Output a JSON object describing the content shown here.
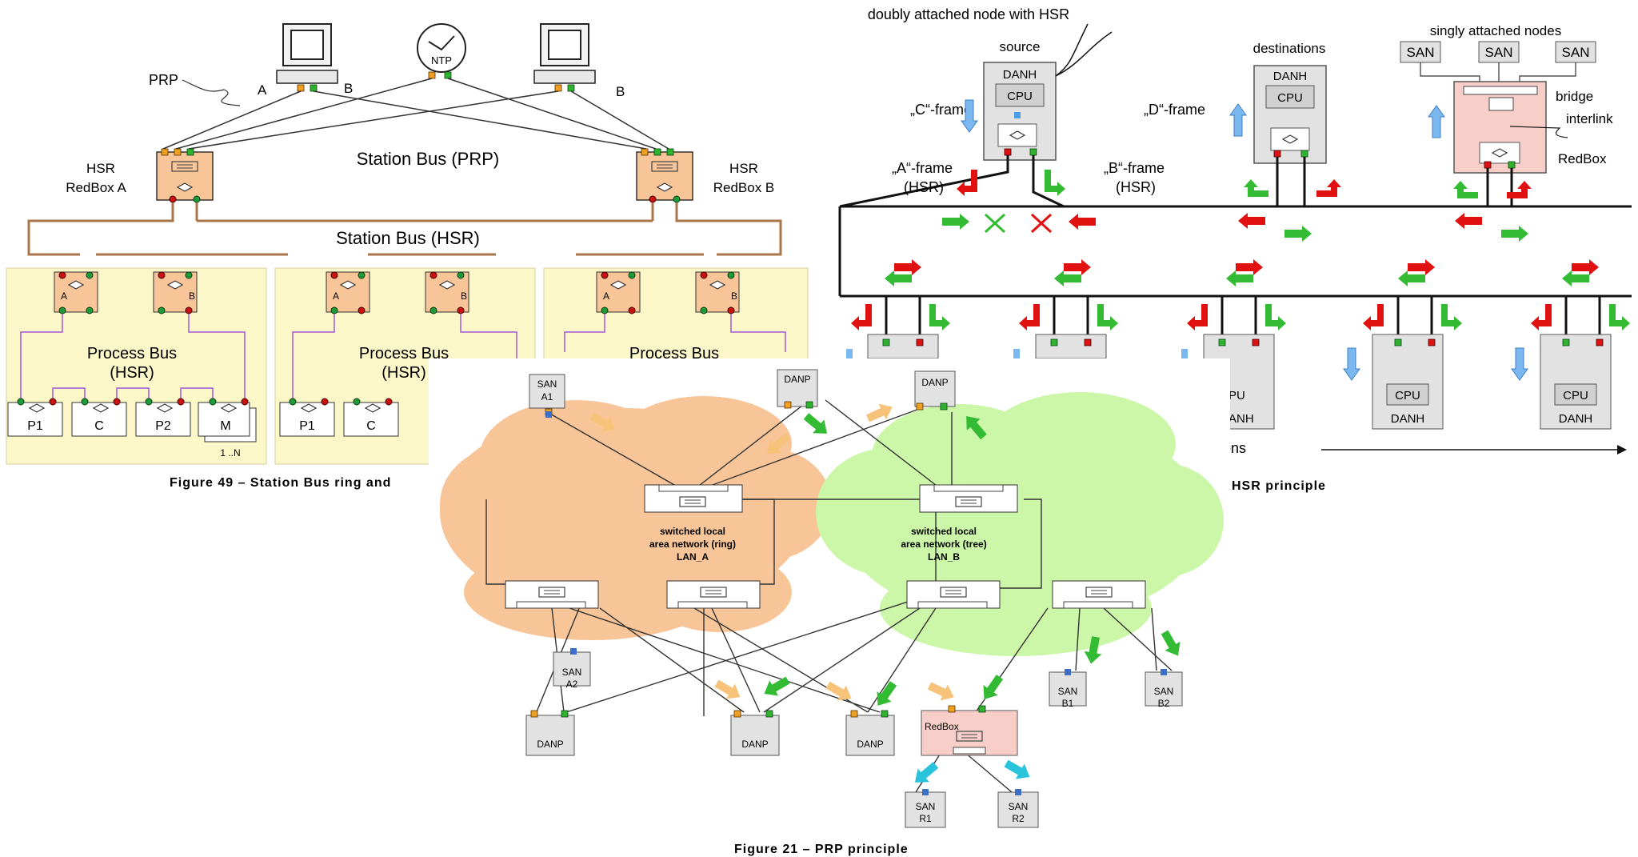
{
  "hsr_figure": {
    "doubly_attached_label": "doubly attached node with HSR",
    "source_label": "source",
    "destinations_label": "destinations",
    "singly_attached_label": "singly attached nodes",
    "danh_label": "DANH",
    "cpu_label": "CPU",
    "san_label": "SAN",
    "bridge_label": "bridge",
    "interlink_label": "interlink",
    "redbox_label": "RedBox",
    "c_frame": "„C“-frame",
    "d_frame": "„D“-frame",
    "a_frame": "„A“-frame",
    "b_frame": "„B“-frame",
    "hsr_paren": "(HSR)",
    "partial_destinations": "nations",
    "partial_cpu": "PU",
    "partial_danh": "ANH",
    "caption_partial": "HSR principle"
  },
  "station_figure": {
    "prp_label": "PRP",
    "a_label": "A",
    "b_label": "B",
    "ntp_label": "NTP",
    "station_bus_prp": "Station Bus (PRP)",
    "station_bus_hsr": "Station Bus (HSR)",
    "hsr_word": "HSR",
    "redbox_a": "RedBox A",
    "redbox_b": "RedBox B",
    "process_bus": "Process Bus",
    "process_bus_hsr": "(HSR)",
    "p1": "P1",
    "c": "C",
    "p2": "P2",
    "m": "M",
    "one_n": "1 ..N",
    "caption": "Figure 49 – Station Bus ring and"
  },
  "prp_figure": {
    "san_a1_1": "SAN",
    "san_a1_2": "A1",
    "san_a2_2": "A2",
    "san_b1_2": "B1",
    "san_b2_2": "B2",
    "san_r1_2": "R1",
    "san_r2_2": "R2",
    "danp": "DANP",
    "redbox": "RedBox",
    "lan_a_1": "switched local",
    "lan_a_2": "area network (ring)",
    "lan_a_3": "LAN_A",
    "lan_b_1": "switched local",
    "lan_b_2": "area network (tree)",
    "lan_b_3": "LAN_B",
    "caption": "Figure 21 – PRP principle"
  },
  "colors": {
    "green": "#33bb33",
    "red": "#e11111",
    "orange_arrow": "#f7c27a",
    "cyan_arrow": "#29c4dc",
    "blue_arrow": "#7bb8ef",
    "lan_a_fill": "#f8c598",
    "lan_b_fill": "#ccf7a8",
    "station_bg": "#fcf7c8",
    "redbox_fill": "#f7cfc8",
    "node_gray": "#e2e2e2",
    "brown_line": "#a9764b",
    "purple_line": "#a259d9"
  }
}
